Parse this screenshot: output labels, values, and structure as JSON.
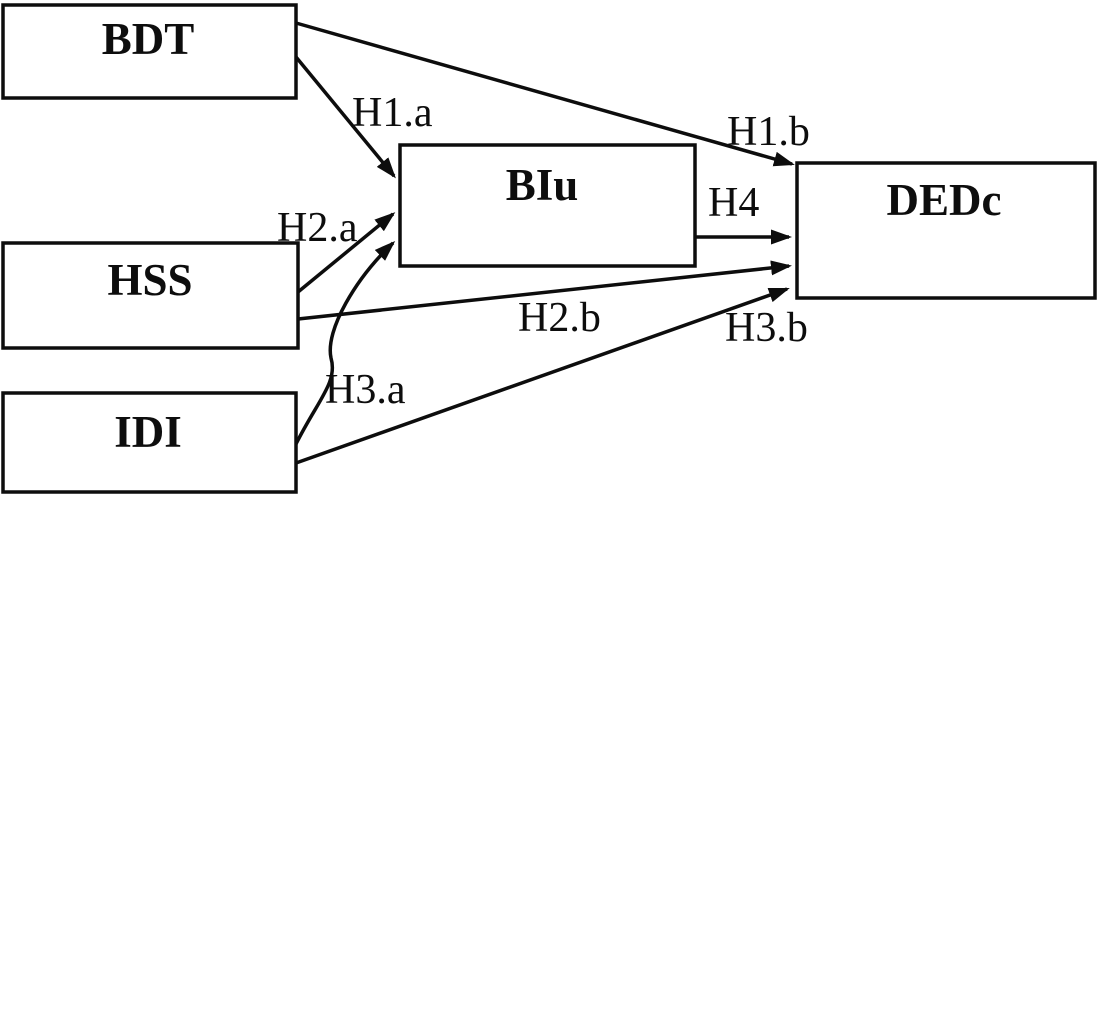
{
  "diagram": {
    "background_color": "#ffffff",
    "line_color": "#0d0d0d",
    "nodes": [
      {
        "id": "BDT",
        "label": "BDT",
        "role": "independent-variable"
      },
      {
        "id": "HSS",
        "label": "HSS",
        "role": "independent-variable"
      },
      {
        "id": "IDI",
        "label": "IDI",
        "role": "independent-variable"
      },
      {
        "id": "BIu",
        "label": "BIu",
        "role": "mediator-variable"
      },
      {
        "id": "DEDc",
        "label": "DEDc",
        "role": "dependent-variable"
      }
    ],
    "edges": [
      {
        "from": "BDT",
        "to": "BIu",
        "label": "H1.a"
      },
      {
        "from": "BDT",
        "to": "DEDc",
        "label": "H1.b"
      },
      {
        "from": "HSS",
        "to": "BIu",
        "label": "H2.a"
      },
      {
        "from": "HSS",
        "to": "DEDc",
        "label": "H2.b"
      },
      {
        "from": "IDI",
        "to": "BIu",
        "label": "H3.a"
      },
      {
        "from": "IDI",
        "to": "DEDc",
        "label": "H3.b"
      },
      {
        "from": "BIu",
        "to": "DEDc",
        "label": "H4"
      }
    ]
  }
}
